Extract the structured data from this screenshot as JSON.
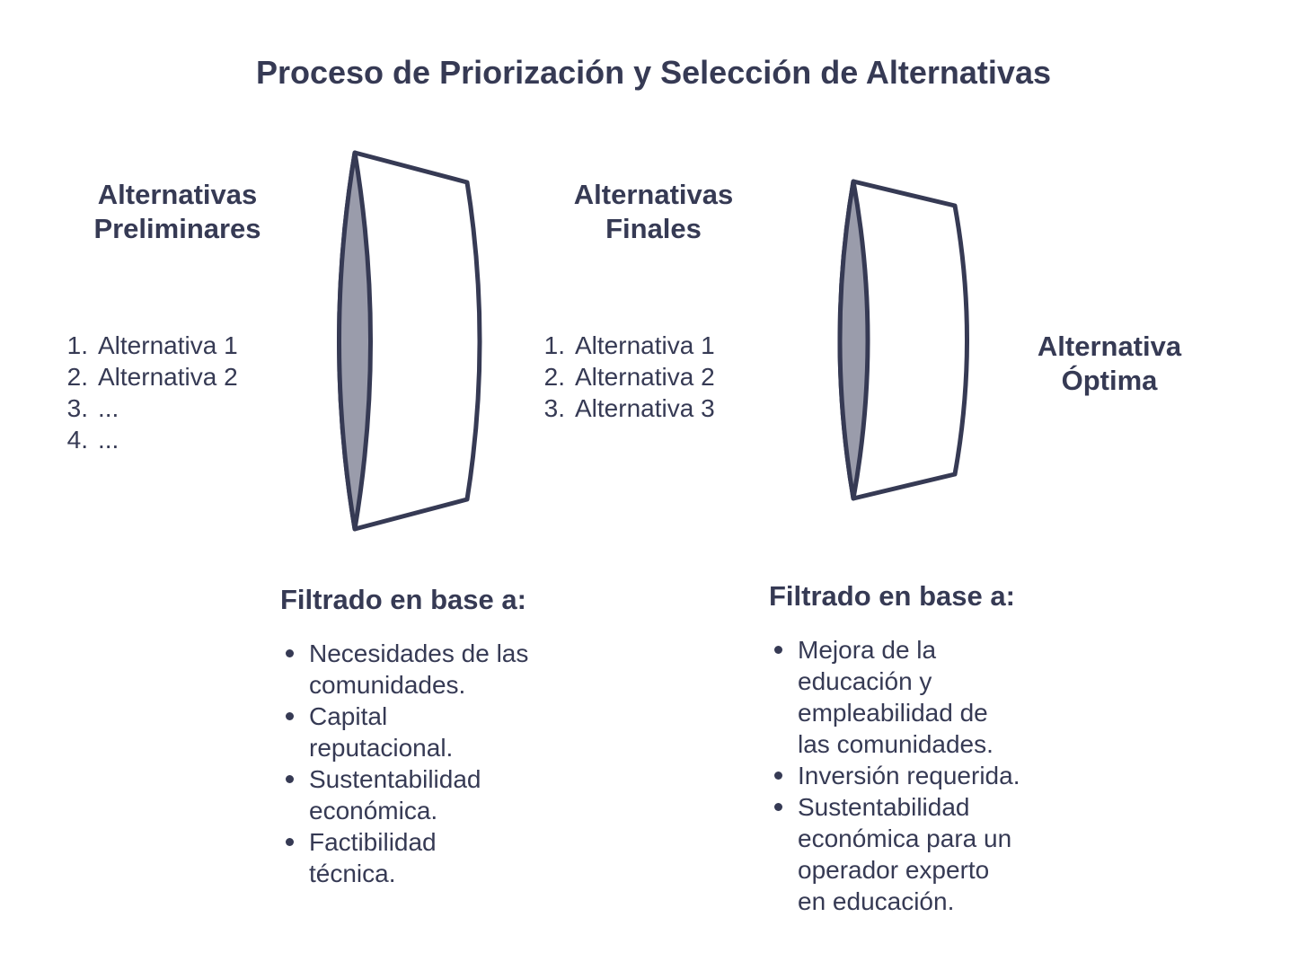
{
  "title": "Proceso de Priorización y Selección de Alternativas",
  "colors": {
    "text": "#363a54",
    "outline": "#363a54",
    "lens_fill": "#9a9cab",
    "body_fill": "#ffffff"
  },
  "stage_preliminary": {
    "heading_line1": "Alternativas",
    "heading_line2": "Preliminares",
    "items": [
      {
        "num": "1.",
        "text": "Alternativa 1"
      },
      {
        "num": "2.",
        "text": "Alternativa 2"
      },
      {
        "num": "3.",
        "text": "..."
      },
      {
        "num": "4.",
        "text": "..."
      }
    ]
  },
  "stage_final": {
    "heading_line1": "Alternativas",
    "heading_line2": "Finales",
    "items": [
      {
        "num": "1.",
        "text": "Alternativa 1"
      },
      {
        "num": "2.",
        "text": "Alternativa 2"
      },
      {
        "num": "3.",
        "text": "Alternativa 3"
      }
    ]
  },
  "stage_optimal": {
    "heading_line1": "Alternativa",
    "heading_line2": "Óptima"
  },
  "filter_1": {
    "title": "Filtrado en base a:",
    "criteria": [
      {
        "line1": "Necesidades de las",
        "line2": "comunidades."
      },
      {
        "line1": "Capital",
        "line2": "reputacional."
      },
      {
        "line1": "Sustentabilidad",
        "line2": "económica."
      },
      {
        "line1": "Factibilidad",
        "line2": "técnica."
      }
    ]
  },
  "filter_2": {
    "title": "Filtrado en base a:",
    "criteria": [
      {
        "lines": [
          "Mejora de la",
          "educación y",
          "empleabilidad de",
          "las comunidades."
        ]
      },
      {
        "lines": [
          "Inversión requerida."
        ]
      },
      {
        "lines": [
          "Sustentabilidad",
          "económica para un",
          "operador experto",
          "en educación."
        ]
      }
    ]
  }
}
